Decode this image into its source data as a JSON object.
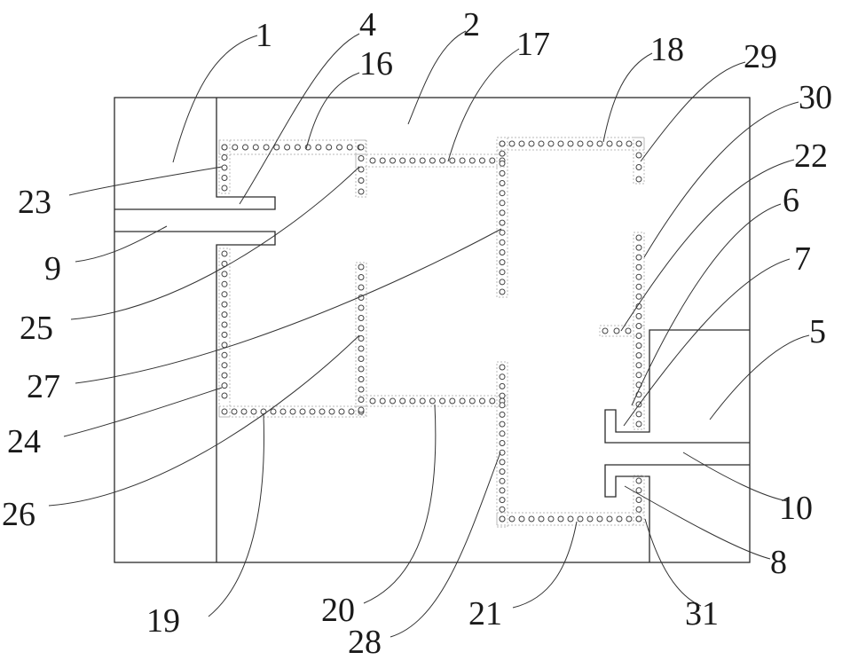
{
  "diagram": {
    "labels": [
      "1",
      "4",
      "2",
      "17",
      "16",
      "18",
      "29",
      "30",
      "22",
      "6",
      "7",
      "5",
      "23",
      "9",
      "25",
      "27",
      "24",
      "26",
      "10",
      "8",
      "19",
      "20",
      "28",
      "21",
      "31"
    ]
  }
}
